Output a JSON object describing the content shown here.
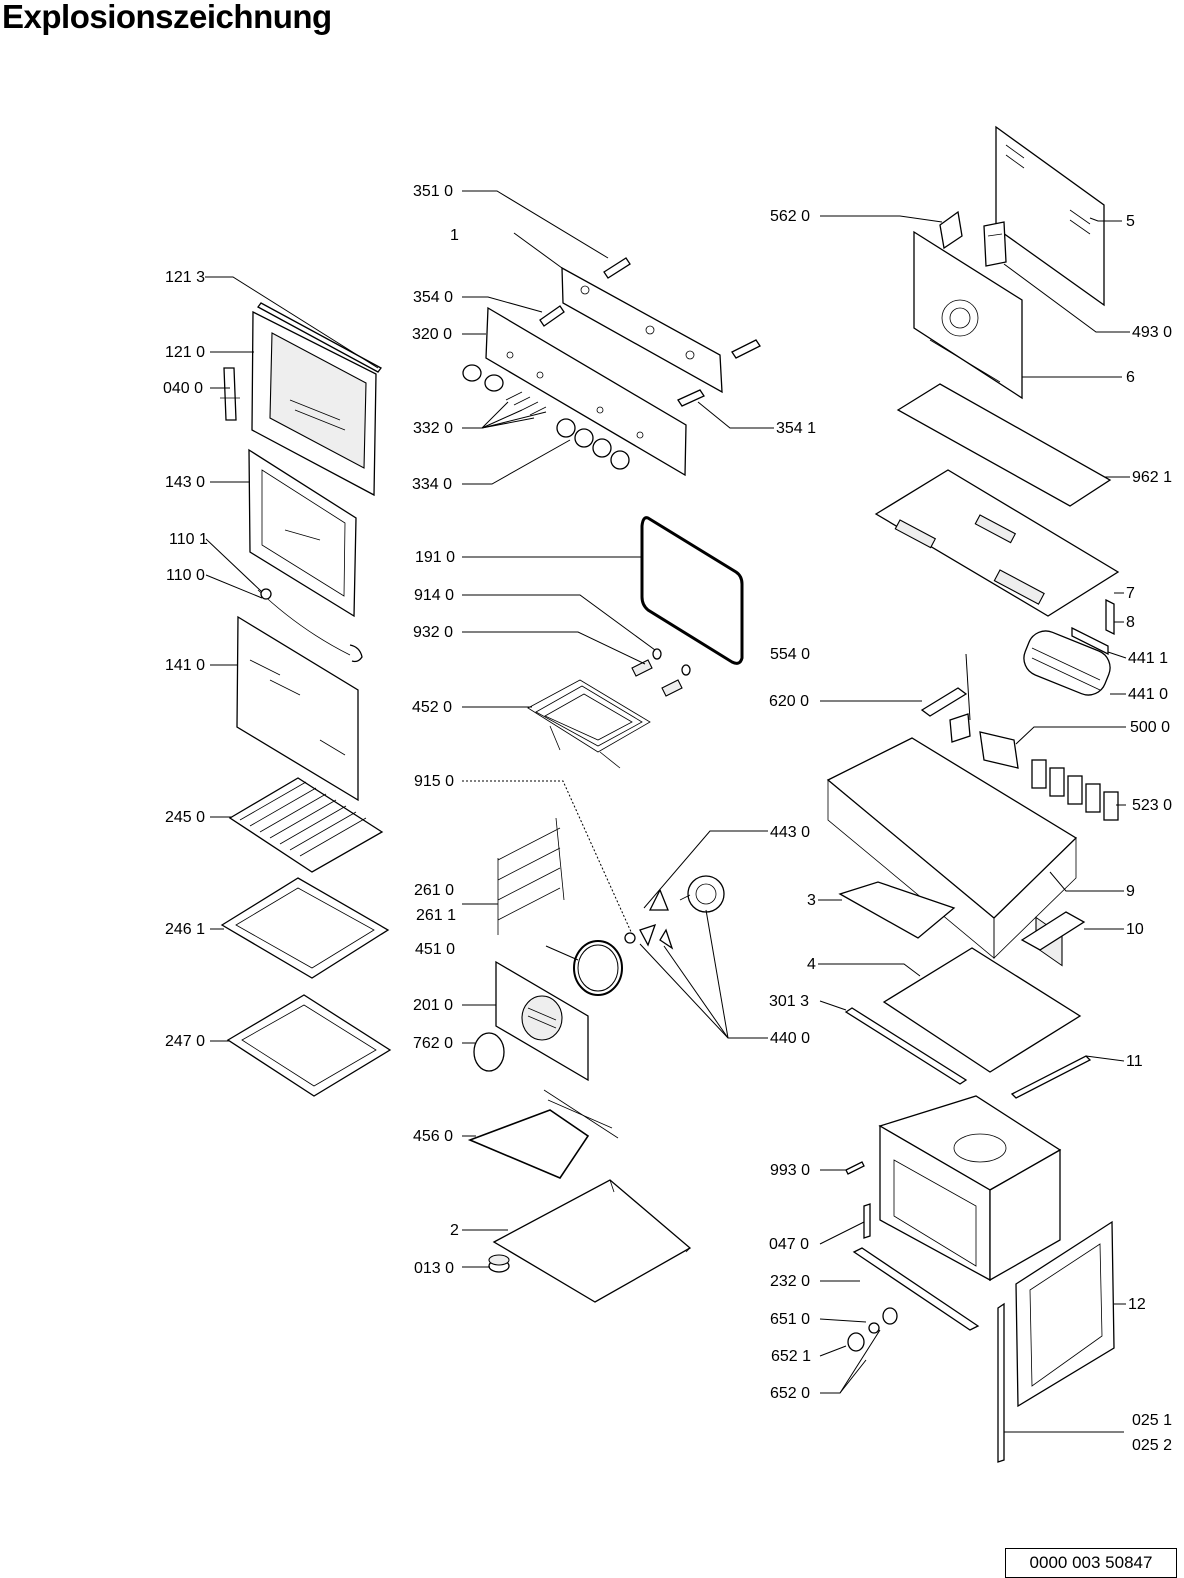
{
  "title": "Explosionszeichnung",
  "document_number": "0000 003 50847",
  "labels": {
    "l_351_0": "351 0",
    "l_1": "1",
    "l_354_0": "354 0",
    "l_320_0": "320 0",
    "l_332_0": "332 0",
    "l_334_0": "334 0",
    "l_354_1": "354 1",
    "l_121_3": "121 3",
    "l_121_0": "121 0",
    "l_040_0": "040 0",
    "l_143_0": "143 0",
    "l_110_1": "110 1",
    "l_110_0": "110 0",
    "l_141_0": "141 0",
    "l_245_0": "245 0",
    "l_246_1": "246 1",
    "l_247_0": "247 0",
    "l_191_0": "191 0",
    "l_914_0": "914 0",
    "l_932_0": "932 0",
    "l_452_0": "452 0",
    "l_915_0": "915 0",
    "l_261_0": "261 0",
    "l_261_1": "261 1",
    "l_451_0": "451 0",
    "l_201_0": "201 0",
    "l_762_0": "762 0",
    "l_456_0": "456 0",
    "l_2": "2",
    "l_013_0": "013 0",
    "l_562_0": "562 0",
    "l_5": "5",
    "l_493_0": "493 0",
    "l_6": "6",
    "l_962_1": "962 1",
    "l_7": "7",
    "l_8": "8",
    "l_441_1": "441 1",
    "l_441_0": "441 0",
    "l_554_0": "554 0",
    "l_620_0": "620 0",
    "l_500_0": "500 0",
    "l_523_0": "523 0",
    "l_443_0": "443 0",
    "l_9": "9",
    "l_3": "3",
    "l_10": "10",
    "l_4": "4",
    "l_301_3": "301 3",
    "l_440_0": "440 0",
    "l_11": "11",
    "l_993_0": "993 0",
    "l_047_0": "047 0",
    "l_232_0": "232 0",
    "l_651_0": "651 0",
    "l_652_1": "652 1",
    "l_652_0": "652 0",
    "l_12": "12",
    "l_025_1": "025 1",
    "l_025_2": "025 2"
  }
}
